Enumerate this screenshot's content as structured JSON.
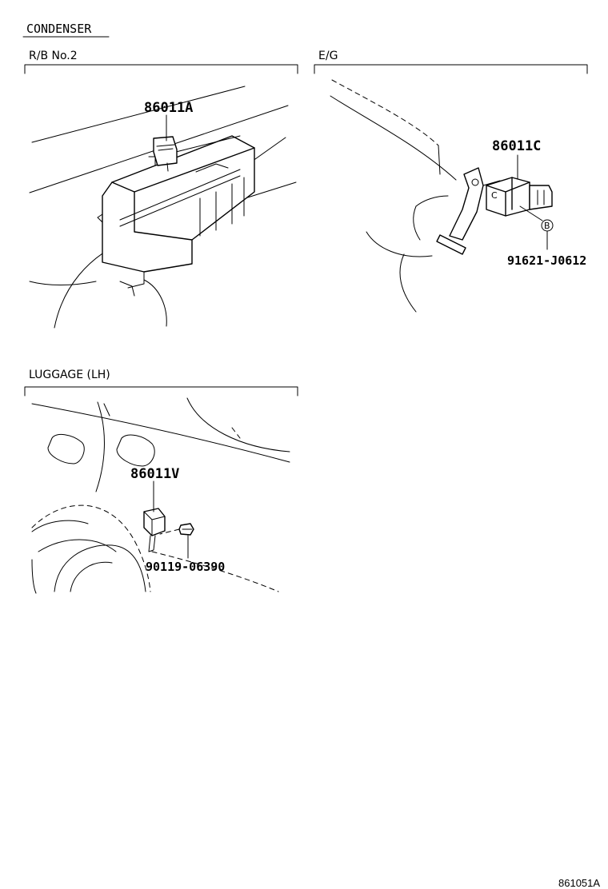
{
  "title": "CONDENSER",
  "sections": {
    "rb": {
      "label": "R/B No.2",
      "part": "86011A"
    },
    "eg": {
      "label": "E/G",
      "part": "86011C",
      "fastener": "91621-J0612",
      "callout": "B",
      "mark": "C"
    },
    "luggage": {
      "label": "LUGGAGE (LH)",
      "part": "86011V",
      "fastener": "90119-06390"
    }
  },
  "footer_code": "861051A"
}
